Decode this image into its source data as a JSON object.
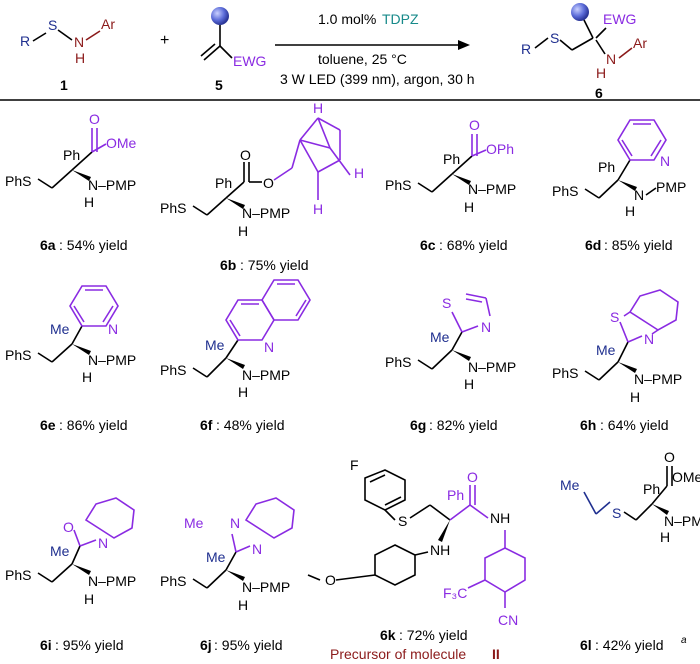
{
  "scheme": {
    "reagent1": {
      "R": "R",
      "S": "S",
      "N": "N",
      "H": "H",
      "Ar": "Ar",
      "label": "1"
    },
    "plus": "+",
    "reagent2": {
      "EWG": "EWG",
      "label": "5"
    },
    "conditions": {
      "line1_amount": "1.0 mol%",
      "line1_catalyst": "TDPZ",
      "line2": "toluene, 25 °C",
      "line3": "3 W LED (399 nm), argon, 30 h"
    },
    "product": {
      "EWG": "EWG",
      "R": "R",
      "S": "S",
      "N": "N",
      "H": "H",
      "Ar": "Ar",
      "label": "6"
    }
  },
  "colors": {
    "purple": "#8a2be2",
    "blue": "#1f2f8f",
    "red": "#8b1a1a",
    "teal": "#178a8a",
    "sphere": "#5b6bd8"
  },
  "compounds": [
    {
      "id": "6a",
      "yield": ": 54% yield"
    },
    {
      "id": "6b",
      "yield": ": 75% yield"
    },
    {
      "id": "6c",
      "yield": ": 68% yield"
    },
    {
      "id": "6d",
      "yield": ": 85% yield"
    },
    {
      "id": "6e",
      "yield": ": 86% yield"
    },
    {
      "id": "6f",
      "yield": ": 48% yield"
    },
    {
      "id": "6g",
      "yield": ": 82% yield"
    },
    {
      "id": "6h",
      "yield": ": 64% yield"
    },
    {
      "id": "6i",
      "yield": ": 95% yield"
    },
    {
      "id": "6j",
      "yield": ": 95% yield"
    },
    {
      "id": "6k",
      "yield": ": 72% yield",
      "note_prefix": "Precursor of molecule ",
      "note_bold": "II"
    },
    {
      "id": "6l",
      "yield": ": 42% yield",
      "superscript": "a"
    }
  ],
  "atoms": {
    "PhS": "PhS",
    "Ph": "Ph",
    "Me": "Me",
    "NPMP": "N–PMP",
    "PMP": "PMP",
    "N": "N",
    "H": "H",
    "OMe": "OMe",
    "OPh": "OPh",
    "O": "O",
    "S": "S",
    "F": "F",
    "NH": "NH",
    "CF3": "F₃C",
    "CN": "CN"
  }
}
